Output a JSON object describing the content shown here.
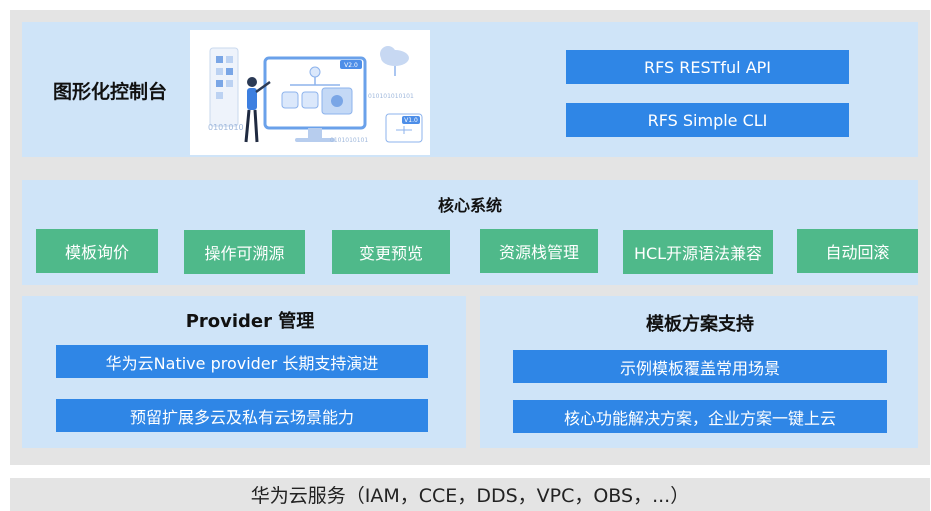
{
  "console": {
    "title": "图形化控制台",
    "api_label": "RFS RESTful API",
    "cli_label": "RFS Simple CLI",
    "illustration": {
      "version_top": "V2.0",
      "version_bottom": "V1.0",
      "binary_left": "0101010",
      "binary_right": "010101010101",
      "binary_bottom": "0101010101"
    }
  },
  "core": {
    "title": "核心系统",
    "items": [
      "模板询价",
      "操作可溯源",
      "变更预览",
      "资源栈管理",
      "HCL开源语法兼容",
      "自动回滚"
    ]
  },
  "provider": {
    "title": "Provider 管理",
    "items": [
      "华为云Native provider 长期支持演进",
      "预留扩展多云及私有云场景能力"
    ]
  },
  "template": {
    "title": "模板方案支持",
    "items": [
      "示例模板覆盖常用场景",
      "核心功能解决方案，企业方案一键上云"
    ]
  },
  "services": {
    "label": "华为云服务（IAM，CCE，DDS，VPC，OBS，...）"
  },
  "colors": {
    "panel": "#cfe4f8",
    "blue_button": "#2f86e6",
    "green_button": "#4fb98a",
    "outer_bg": "#e4e4e4"
  }
}
